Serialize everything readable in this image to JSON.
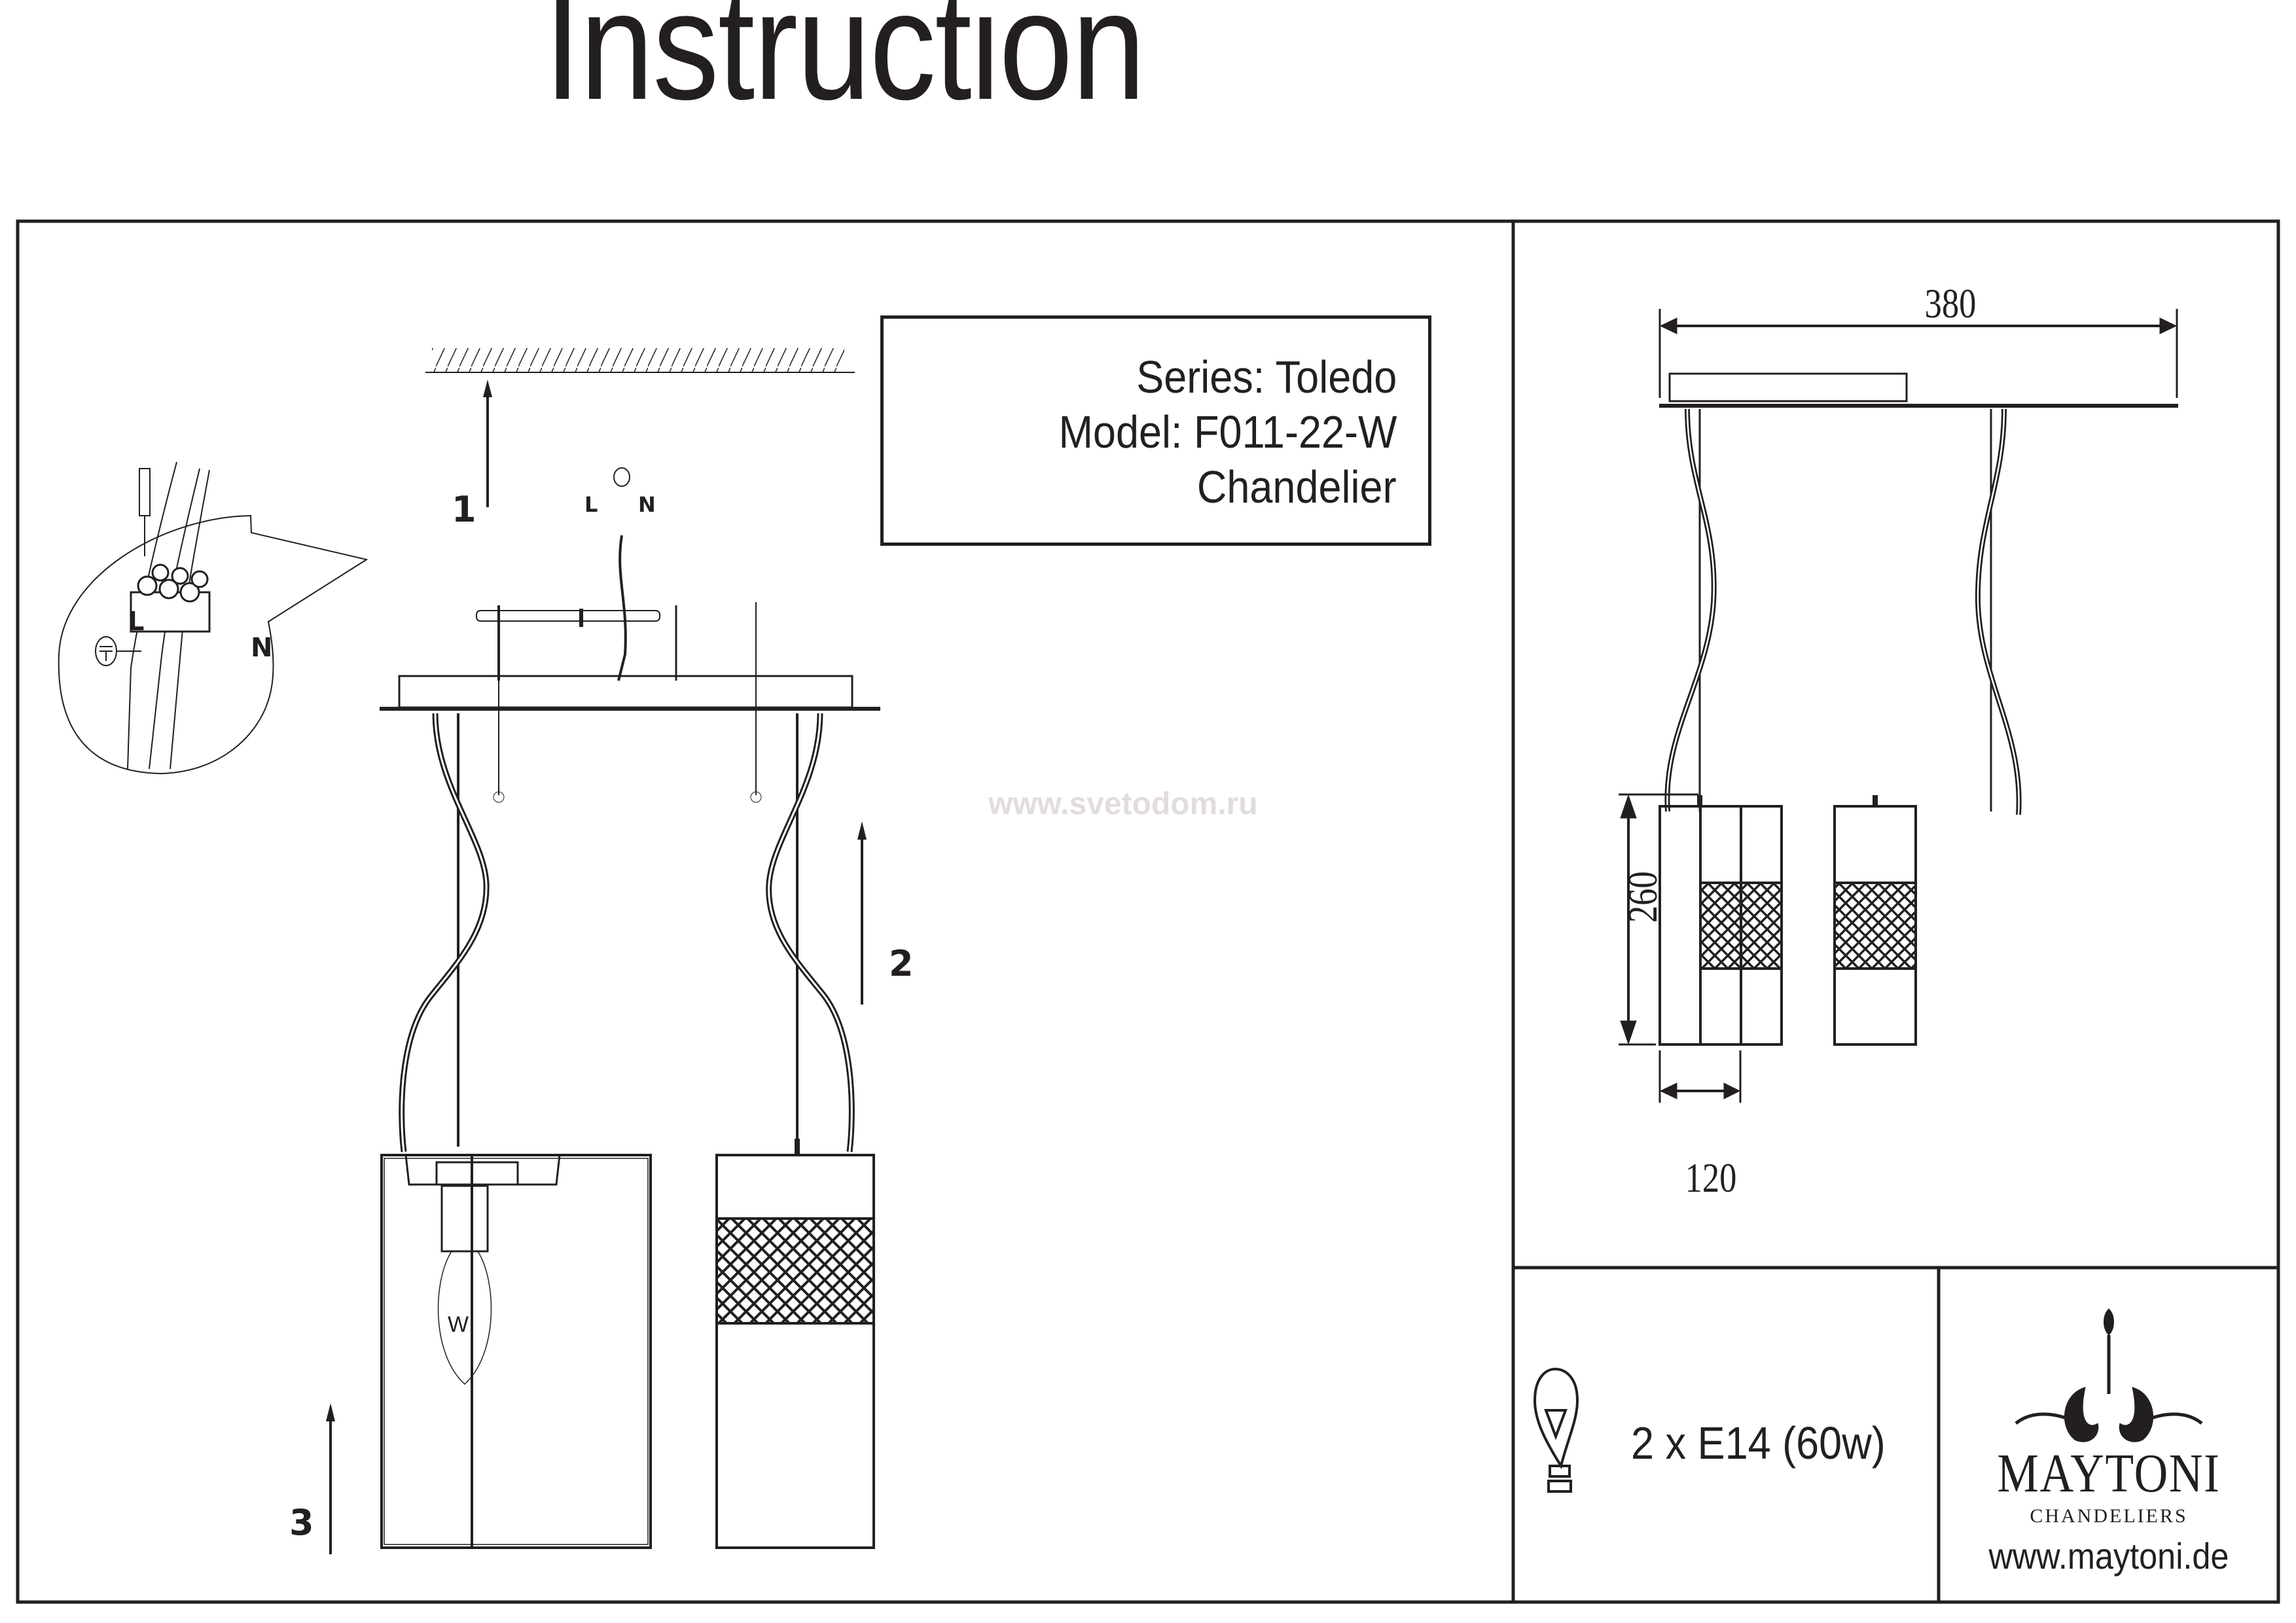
{
  "document": {
    "title": "Instruction",
    "watermark": "www.svetodom.ru"
  },
  "product_info": {
    "series": "Series: Toledo",
    "model": "Model: F011-22-W",
    "type": "Chandelier"
  },
  "installation": {
    "steps": [
      {
        "number": "1",
        "icon": "arrow-up-icon"
      },
      {
        "number": "2",
        "icon": "arrow-up-icon"
      },
      {
        "number": "3",
        "icon": "arrow-up-icon"
      }
    ],
    "wiring_labels": {
      "live": "L",
      "neutral": "N",
      "ground_icon": "ground-icon"
    },
    "bulb_marking": "W"
  },
  "dimensions": {
    "width": "380",
    "height": "260",
    "shade_diameter": "120"
  },
  "specs": {
    "bulb_icon": "light-bulb-icon",
    "lamps": "2 x E14 (60w)"
  },
  "brand": {
    "logo_icon": "chandelier-ornament-icon",
    "name": "MAYTONI",
    "subtitle": "CHANDELIERS",
    "url": "www.maytoni.de"
  }
}
